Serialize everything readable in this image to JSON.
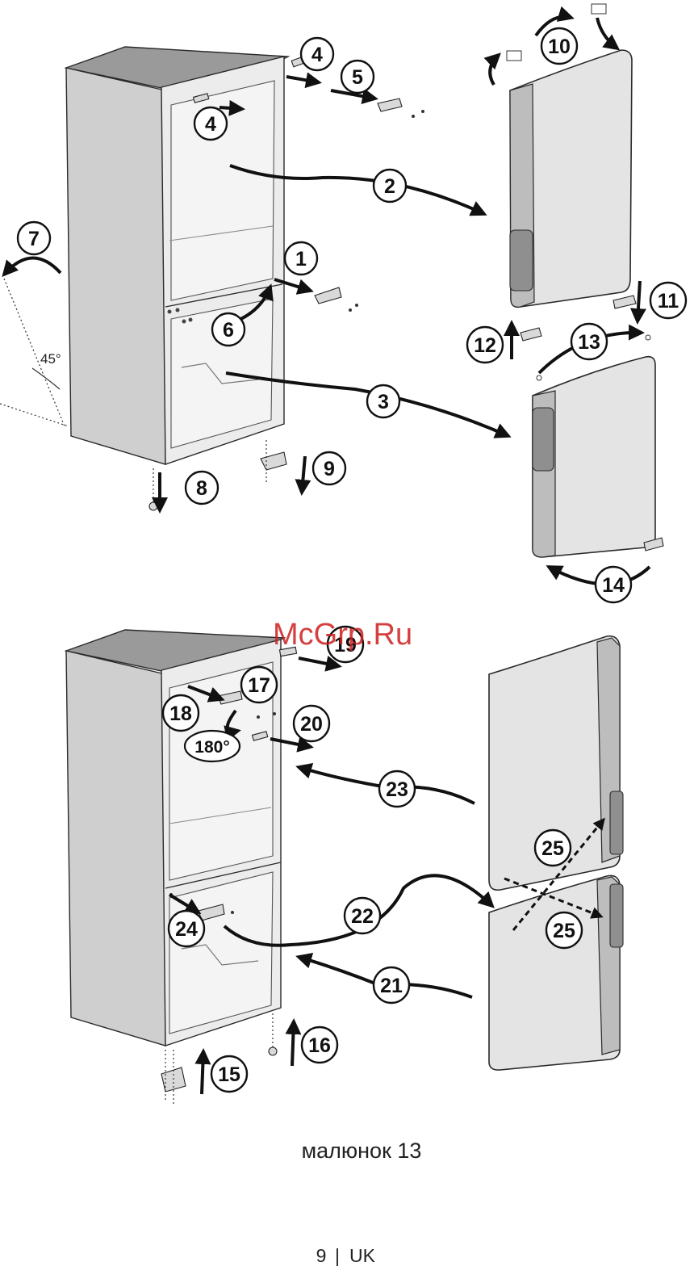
{
  "figure": {
    "caption": "малюнок 13",
    "angle_label": "45°",
    "rotation_label": "180°"
  },
  "footer": {
    "page_number": "9",
    "separator": "|",
    "language": "UK"
  },
  "watermark": "McGrp.Ru",
  "callouts": {
    "c1": "1",
    "c2": "2",
    "c3": "3",
    "c4a": "4",
    "c4b": "4",
    "c5": "5",
    "c6": "6",
    "c7": "7",
    "c8": "8",
    "c9": "9",
    "c10": "10",
    "c11": "11",
    "c12": "12",
    "c13": "13",
    "c14": "14",
    "c15": "15",
    "c16": "16",
    "c17": "17",
    "c18": "18",
    "c19": "19",
    "c20": "20",
    "c21": "21",
    "c22": "22",
    "c23": "23",
    "c24": "24",
    "c25a": "25",
    "c25b": "25"
  }
}
